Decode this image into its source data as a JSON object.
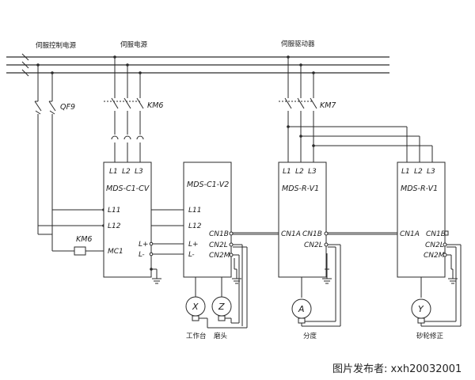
{
  "top_labels": {
    "servo_control_power": "伺服控制电源",
    "servo_power": "伺服电源",
    "servo_driver": "伺服驱动器"
  },
  "breakers": {
    "qf9": "QF9",
    "km6_top": "KM6",
    "km7": "KM7",
    "km6_coil": "KM6"
  },
  "modules": {
    "cv": {
      "name": "MDS-C1-CV",
      "l1": "L1",
      "l2": "L2",
      "l3": "L3",
      "l11": "L11",
      "l21": "L12",
      "mc1": "MC1",
      "lplus": "L+",
      "lminus": "L-"
    },
    "v2": {
      "name": "MDS-C1-V2",
      "l11": "L11",
      "l21": "L12",
      "lplus": "L+",
      "lminus": "L-",
      "cn1b": "CN1B",
      "cn2l": "CN2L",
      "cn2m": "CN2M"
    },
    "rv1a": {
      "name": "MDS-R-V1",
      "l1": "L1",
      "l2": "L2",
      "l3": "L3",
      "cn1a": "CN1A",
      "cn1b": "CN1B",
      "cn2l": "CN2L"
    },
    "rv1b": {
      "name": "MDS-R-V1",
      "l1": "L1",
      "l2": "L2",
      "l3": "L3",
      "cn1a": "CN1A",
      "cn1b": "CN1B",
      "cn2l": "CN2L",
      "cn2m": "CN2M"
    }
  },
  "motors": {
    "x": {
      "letter": "X",
      "caption": "工作台"
    },
    "z": {
      "letter": "Z",
      "caption": "磨头"
    },
    "a": {
      "letter": "A",
      "caption": "分度"
    },
    "y": {
      "letter": "Y",
      "caption": "砂轮修正"
    }
  },
  "credit": "图片发布者: xxh20032001"
}
